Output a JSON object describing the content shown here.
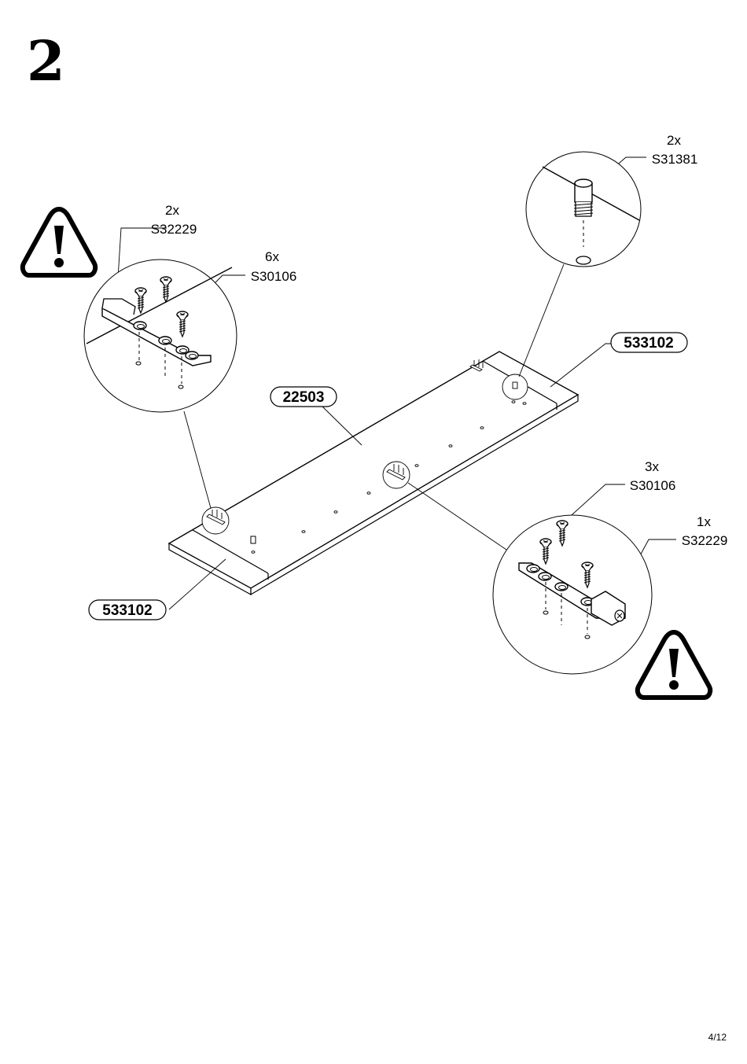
{
  "step": {
    "number": "2"
  },
  "callouts": {
    "tl_qty": "2x",
    "tl_code": "S32229",
    "tl2_qty": "6x",
    "tl2_code": "S30106",
    "tr_qty": "2x",
    "tr_code": "S31381",
    "br1_qty": "3x",
    "br1_code": "S30106",
    "br2_qty": "1x",
    "br2_code": "S32229"
  },
  "part_labels": {
    "panel": "22503",
    "end_right": "533102",
    "end_left": "533102"
  },
  "icons": [
    "warning-icon",
    "warning-icon"
  ],
  "footer": {
    "page": "4/12"
  }
}
